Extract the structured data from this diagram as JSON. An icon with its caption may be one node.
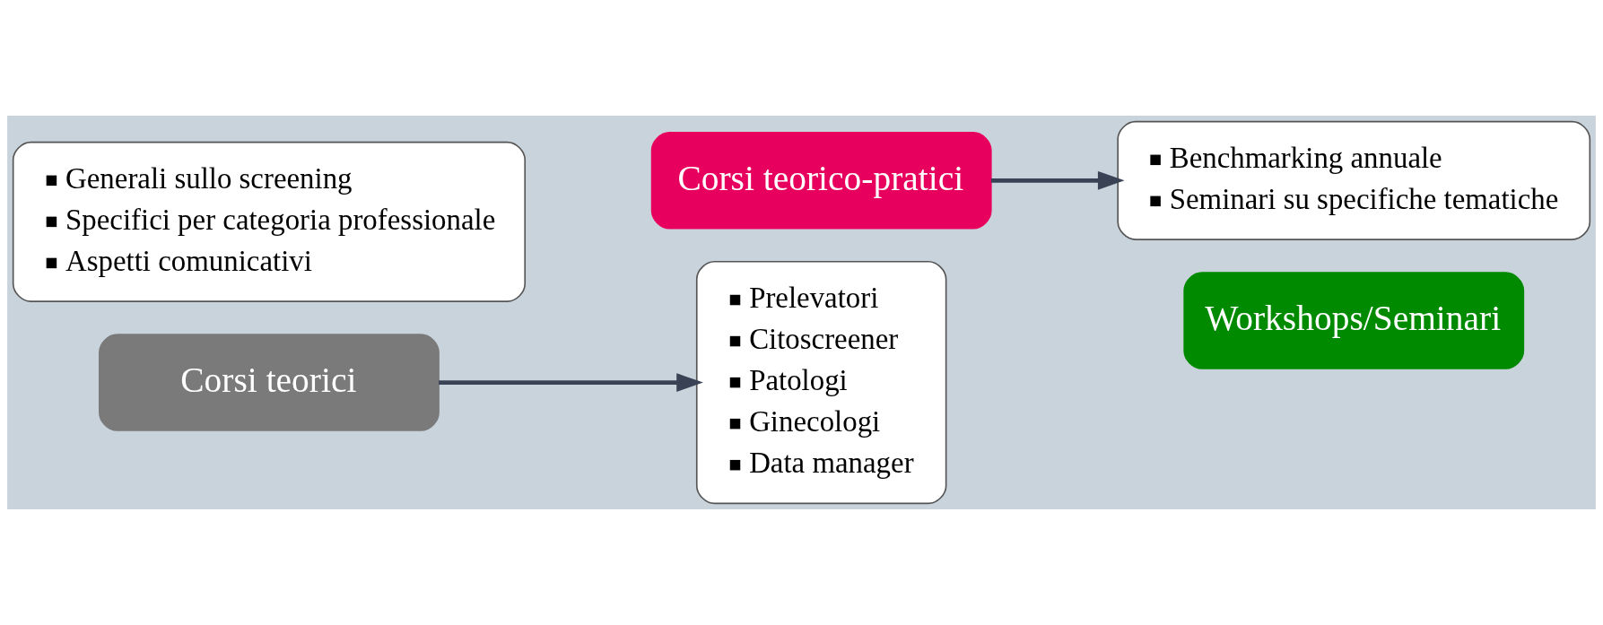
{
  "diagram": {
    "nodes": [
      {
        "text": [
          "Generali sullo screening",
          "Specifici per categoria professionale",
          "Aspetti comunicativi"
        ]
      },
      {
        "text": [
          "Corsi teorici"
        ]
      },
      {
        "text": [
          "Prelevatori",
          "Citoscreener",
          "Patologi",
          "Ginecologi",
          "Data manager"
        ]
      },
      {
        "text": [
          "Corsi teorico-pratici"
        ]
      },
      {
        "text": [
          "Benchmarking annuale",
          "Seminari su specifiche tematiche"
        ]
      },
      {
        "text": [
          "Workshops/Seminari"
        ]
      }
    ],
    "edges": [
      {
        "from": 1,
        "to": 2,
        "arrow": "to"
      },
      {
        "from": 3,
        "to": 4,
        "arrow": "to"
      }
    ]
  }
}
